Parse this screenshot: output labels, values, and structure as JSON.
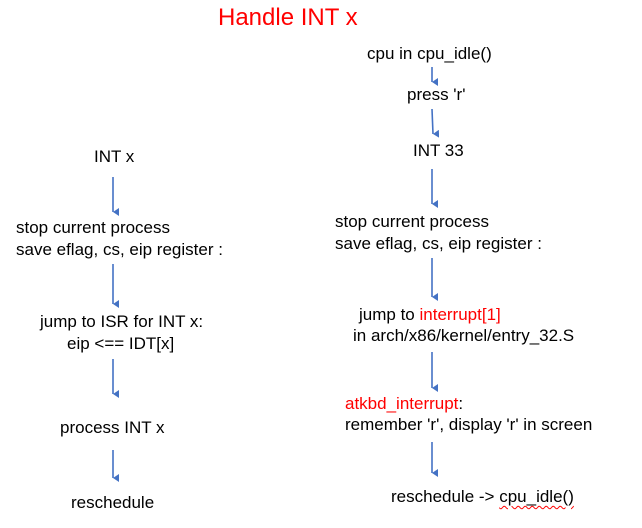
{
  "title": "Handle INT x",
  "colors": {
    "arrow": "#4472c4",
    "highlight": "#ff0000"
  },
  "left": {
    "step1": "INT x",
    "step2_line1": "stop current process",
    "step2_line2": "save eflag, cs, eip register :",
    "step3_line1": "jump to ISR for INT x:",
    "step3_line2": "eip <== IDT[x]",
    "step4": "process INT x",
    "step5": "reschedule"
  },
  "right": {
    "step1": "cpu in cpu_idle()",
    "step2": "press 'r'",
    "step3": "INT 33",
    "step4_line1": "stop current process",
    "step4_line2": "save eflag, cs, eip register :",
    "step5_prefix": "jump to ",
    "step5_highlight": "interrupt[1]",
    "step5_line2": "in arch/x86/kernel/entry_32.S",
    "step6_highlight": "atkbd_interrupt",
    "step6_suffix": ":",
    "step6_line2": "remember 'r', display 'r' in screen",
    "step7_prefix": "reschedule -> ",
    "step7_func": "cpu_idle()"
  }
}
